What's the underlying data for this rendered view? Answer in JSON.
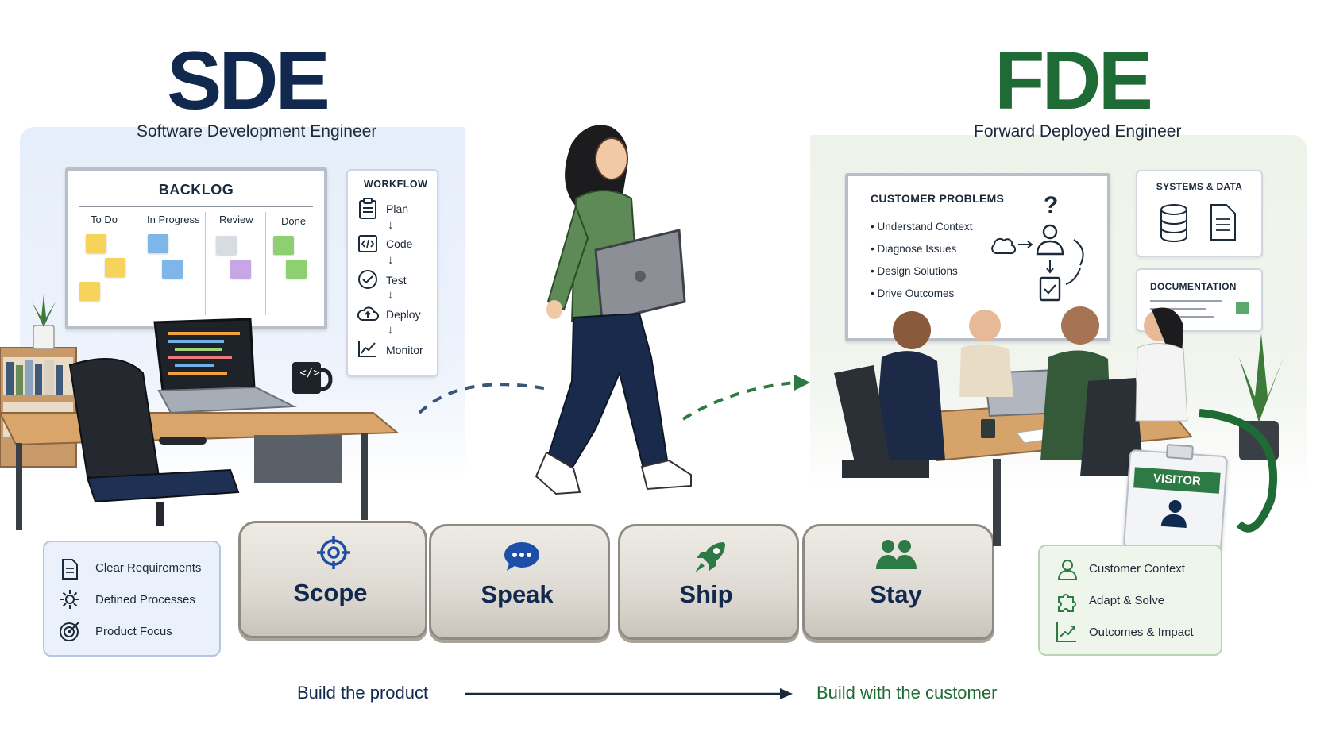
{
  "sde": {
    "title": "SDE",
    "subtitle": "Software Development Engineer",
    "backlog": {
      "title": "BACKLOG",
      "columns": [
        "To Do",
        "In Progress",
        "Review",
        "Done"
      ]
    },
    "workflow": {
      "title": "WORKFLOW",
      "steps": [
        "Plan",
        "Code",
        "Test",
        "Deploy",
        "Monitor"
      ]
    },
    "mug_label": "</>",
    "features": [
      "Clear Requirements",
      "Defined Processes",
      "Product Focus"
    ]
  },
  "fde": {
    "title": "FDE",
    "subtitle": "Forward Deployed Engineer",
    "problems": {
      "title": "CUSTOMER PROBLEMS",
      "items": [
        "Understand Context",
        "Diagnose Issues",
        "Design Solutions",
        "Drive Outcomes"
      ],
      "question_mark": "?"
    },
    "systems_title": "SYSTEMS & DATA",
    "documentation_title": "DOCUMENTATION",
    "badge_label": "VISITOR",
    "features": [
      "Customer Context",
      "Adapt & Solve",
      "Outcomes & Impact"
    ]
  },
  "stones": [
    "Scope",
    "Speak",
    "Ship",
    "Stay"
  ],
  "bottom": {
    "left": "Build the product",
    "right": "Build with the customer"
  },
  "colors": {
    "navy": "#12294f",
    "green": "#1f6b36"
  }
}
